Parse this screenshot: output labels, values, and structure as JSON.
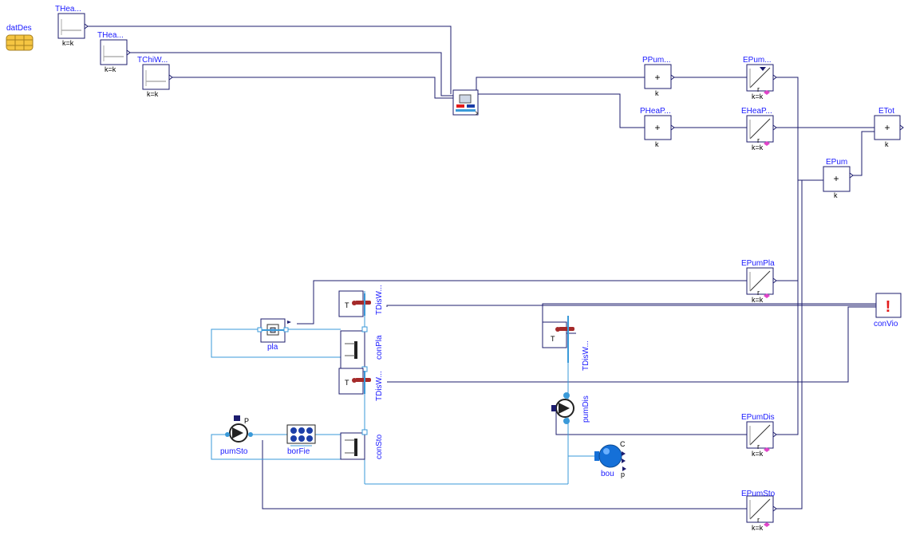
{
  "diagram": {
    "colors": {
      "signal": "#1c1c6e",
      "fluid": "#3a9ad9",
      "label": "#1a1aff",
      "alert": "#e31b1b",
      "sphere": "#1570d8",
      "sensor": "#a52a2a"
    },
    "blocks": {
      "datDes": {
        "label": "datDes"
      },
      "THeaWatSupSet": {
        "label": "THea...",
        "param": "k=k"
      },
      "THeaWatRetSet": {
        "label": "THea...",
        "param": "k=k"
      },
      "TChiWatSet": {
        "label": "TChiW...",
        "param": "k=k"
      },
      "PPumTot": {
        "label": "PPum...",
        "param": "k"
      },
      "PHeaPum": {
        "label": "PHeaP...",
        "param": "k"
      },
      "EPumTot": {
        "label": "EPum...",
        "param": "k=k"
      },
      "EHeaPum": {
        "label": "EHeaP...",
        "param": "k=k"
      },
      "ETot": {
        "label": "ETot",
        "param": "k"
      },
      "EPum": {
        "label": "EPum",
        "param": "k"
      },
      "EPumPla": {
        "label": "EPumPla",
        "param": "k=k"
      },
      "conVio": {
        "label": "conVio"
      },
      "pla": {
        "label": "pla"
      },
      "conPla": {
        "label": "conPla"
      },
      "TDisWatSup": {
        "label": "TDisW..."
      },
      "TDisWatRet": {
        "label": "TDisW..."
      },
      "TDisWatBorLvg": {
        "label": "TDisW..."
      },
      "pumDis": {
        "label": "pumDis"
      },
      "EPumDis": {
        "label": "EPumDis",
        "param": "k=k"
      },
      "pumSto": {
        "label": "pumSto"
      },
      "borFie": {
        "label": "borFie"
      },
      "conSto": {
        "label": "conSto"
      },
      "bou": {
        "label": "bou",
        "port_c": "C",
        "port_p": "p"
      },
      "EPumSto": {
        "label": "EPumSto",
        "param": "k=k"
      }
    },
    "glyphs": {
      "pump_letter": "P",
      "integrator_r": "r",
      "sensor_T": "T",
      "plus": "+",
      "alert": "!"
    }
  }
}
